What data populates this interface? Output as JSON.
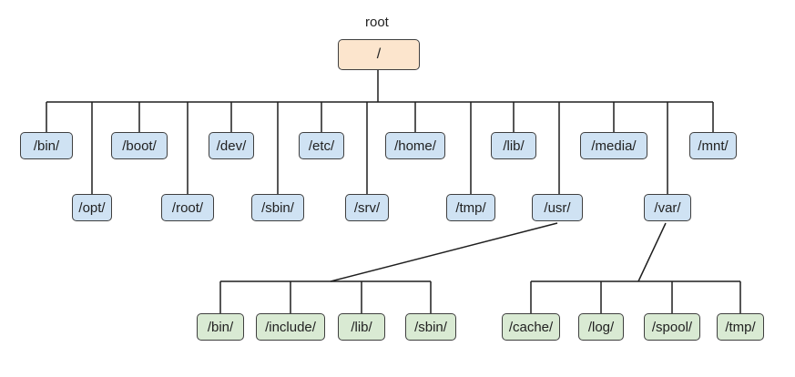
{
  "root": {
    "caption": "root",
    "label": "/"
  },
  "top_dirs": {
    "bin": "/bin/",
    "opt": "/opt/",
    "boot": "/boot/",
    "root": "/root/",
    "dev": "/dev/",
    "sbin": "/sbin/",
    "etc": "/etc/",
    "srv": "/srv/",
    "home": "/home/",
    "tmp": "/tmp/",
    "lib": "/lib/",
    "usr": "/usr/",
    "media": "/media/",
    "var": "/var/",
    "mnt": "/mnt/"
  },
  "usr_children": {
    "bin": "/bin/",
    "include": "/include/",
    "lib": "/lib/",
    "sbin": "/sbin/"
  },
  "var_children": {
    "cache": "/cache/",
    "log": "/log/",
    "spool": "/spool/",
    "tmp": "/tmp/"
  },
  "colors": {
    "root_fill": "#fce5cd",
    "top_fill": "#cfe2f3",
    "child_fill": "#d9ead3",
    "line": "#1e1e1e"
  }
}
